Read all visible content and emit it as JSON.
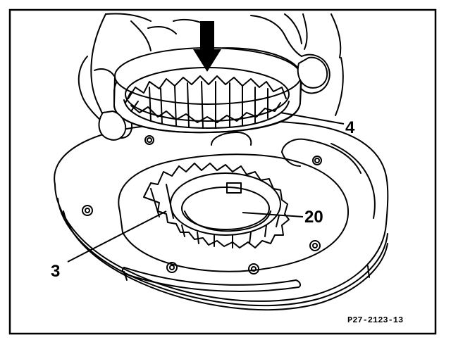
{
  "figure": {
    "callouts": [
      "4",
      "20",
      "3"
    ],
    "figure_code": "P27-2123-13"
  }
}
